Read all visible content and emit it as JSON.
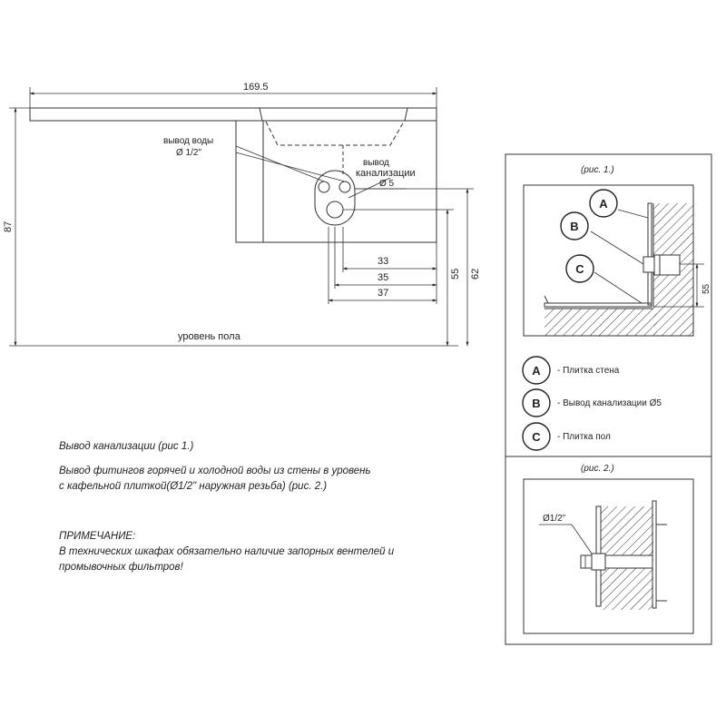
{
  "dimensions": {
    "width": "169.5",
    "height": "87",
    "d33": "33",
    "d35": "35",
    "d37": "37",
    "d55": "55",
    "d62": "62",
    "fig1_55": "55",
    "diam5": "Ø 5",
    "diam_half": "Ø 1/2\"",
    "fig2_diam": "Ø1/2\""
  },
  "labels": {
    "water_outlet": "вывод воды",
    "sewer_outlet_1": "вывод",
    "sewer_outlet_2": "канализации",
    "floor_level": "уровень пола"
  },
  "figures": {
    "fig1_title": "(рис. 1.)",
    "fig2_title": "(рис. 2.)",
    "legend": [
      {
        "letter": "A",
        "text": "- Плитка стена"
      },
      {
        "letter": "B",
        "text": "- Вывод канализации   Ø5"
      },
      {
        "letter": "C",
        "text": "- Плитка пол"
      }
    ]
  },
  "notes": {
    "line1": "Вывод канализации (рис 1.)",
    "line2a": "Вывод фитингов горячей и холодной воды из стены в уровень",
    "line2b": "с кафельной плиткой(Ø1/2\" наружная резьба) (рис. 2.)",
    "note_title": "ПРИМЕЧАНИЕ:",
    "note_a": "В технических шкафах обязательно наличие запорных вентелей и",
    "note_b": "промывочных фильтров!"
  }
}
